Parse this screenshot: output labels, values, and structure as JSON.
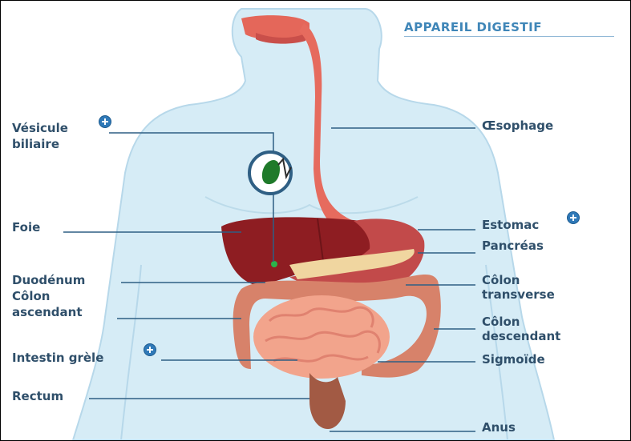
{
  "title": "APPAREIL DIGESTIF",
  "labels": {
    "vesicule": "Vésicule",
    "biliaire": "biliaire",
    "foie": "Foie",
    "duodenum": "Duodénum",
    "colon_ascendant_1": "Côlon",
    "colon_ascendant_2": "ascendant",
    "intestin_grele": "Intestin grèle",
    "rectum": "Rectum",
    "oesophage": "Œsophage",
    "estomac": "Estomac",
    "pancreas": "Pancréas",
    "colon_transverse_1": "Côlon",
    "colon_transverse_2": "transverse",
    "colon_descendant_1": "Côlon",
    "colon_descendant_2": "descendant",
    "sigmoide": "Sigmoïde",
    "anus": "Anus"
  },
  "colors": {
    "body_fill": "#d6ecf6",
    "body_outline": "#b7d8ea",
    "leader_line": "#2f5f84",
    "label_text": "#2f4f6a",
    "title_text": "#3f86b8",
    "liver": "#8e1d22",
    "stomach": "#c24a4a",
    "esophagus": "#e66b5e",
    "intestine": "#f2a48c",
    "colon": "#d7826a",
    "pancreas": "#f0d6a0",
    "gallbladder": "#1f7a2a",
    "plus_badge": "#2f79b8"
  }
}
